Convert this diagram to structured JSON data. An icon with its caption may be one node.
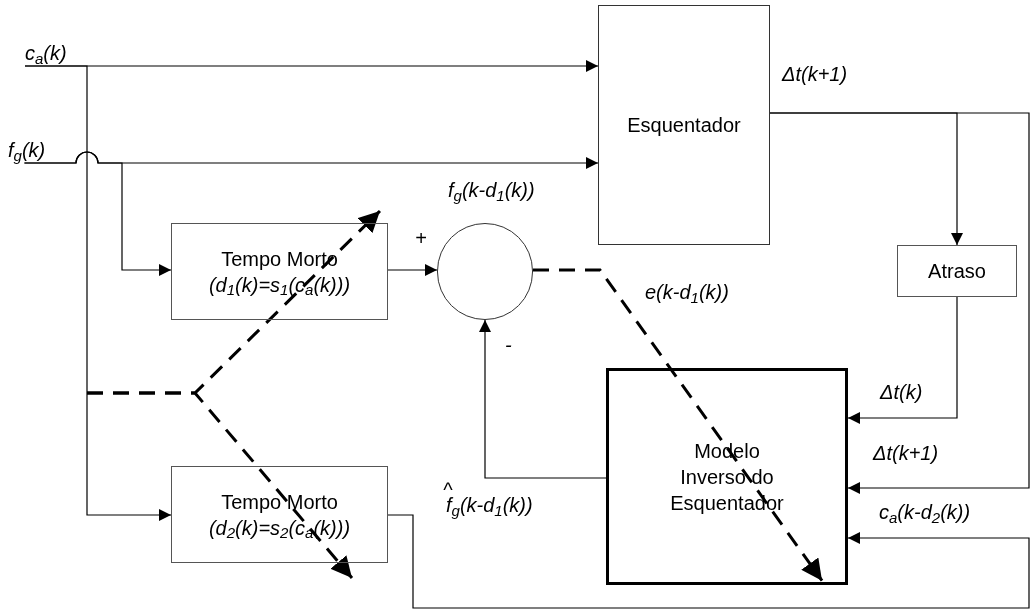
{
  "diagram": {
    "nodes": [
      {
        "text": [
          "Esquentador"
        ],
        "beside": [
          "Δt(k+1)"
        ]
      },
      {
        "text": [
          "Tempo Morto",
          "(d$_{1}$(k)=s$_{1}$(c$_{a}$(k)))"
        ]
      },
      {
        "text": [],
        "shape": "circle"
      },
      {
        "text": [
          "Atraso"
        ]
      },
      {
        "text": [
          "Modelo Inverso do Esquentador"
        ]
      },
      {
        "text": [
          "Tempo Morto",
          "(d$_{2}$(k)=s$_{2}$(c$_{a}$(k)))"
        ]
      },
      {
        "text": [
          "c$_{a}$(k)"
        ]
      },
      {
        "text": [
          "f$_{g}$(k)"
        ]
      }
    ],
    "edges": [
      {
        "from": 6,
        "to": 0,
        "arrow": "to"
      },
      {
        "from": 6,
        "to": 5,
        "arrow": "to"
      },
      {
        "from": 7,
        "to": 0,
        "arrow": "to"
      },
      {
        "from": 7,
        "to": 1,
        "arrow": "to"
      },
      {
        "from": 1,
        "to": 2,
        "arrow": "to"
      },
      {
        "from": 0,
        "to": 3,
        "arrow": "to"
      },
      {
        "from": 0,
        "to": 4,
        "arrow": "to"
      },
      {
        "from": 3,
        "to": 4,
        "arrow": "to"
      },
      {
        "from": 5,
        "to": 4,
        "arrow": "to"
      },
      {
        "from": 4,
        "to": 2,
        "arrow": "to"
      },
      {
        "from": 2,
        "to": 4,
        "arrow": "to",
        "style": "dashed"
      },
      {
        "from": null,
        "to": 1,
        "arrow": "to",
        "style": "dashed"
      },
      {
        "from": null,
        "to": 5,
        "arrow": "to",
        "style": "dashed"
      }
    ],
    "labels": [
      "f$_{g}$(k-d$_{1}$(k))",
      "+",
      "e(k-d$_{1}$(k))",
      "-",
      "Δt(k)",
      "Δt(k+1)",
      "^",
      "f$_{g}$(k-d$_{1}$(k))",
      "c$_{a}$(k-d$_{2}$(k))"
    ]
  }
}
